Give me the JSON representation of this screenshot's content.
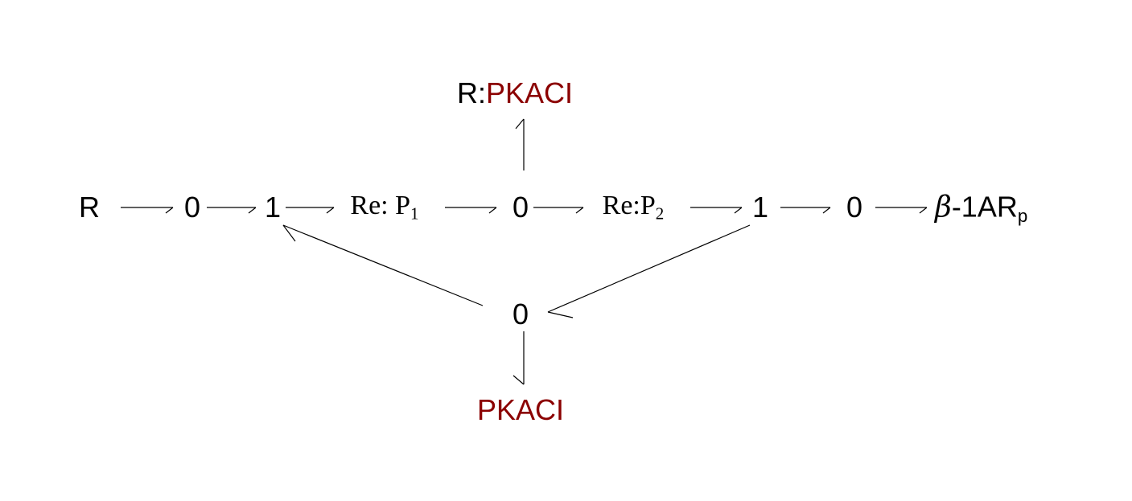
{
  "colors": {
    "stroke": "#000000",
    "label": "#000000",
    "species": "#8b0000"
  },
  "nodes": {
    "r": "R",
    "zero_a": "0",
    "one_a": "1",
    "re_p1": {
      "main": "Re: P",
      "sub": "1"
    },
    "zero_center": "0",
    "re_p2": {
      "main": "Re:P",
      "sub": "2"
    },
    "one_b": "1",
    "zero_b": "0",
    "beta": {
      "greek": "β",
      "main": "-1AR",
      "sub": "p"
    },
    "r_pkaci": {
      "prefix": "R:",
      "name": "PKACI"
    },
    "zero_lower": "0",
    "pkaci": "PKACI"
  }
}
